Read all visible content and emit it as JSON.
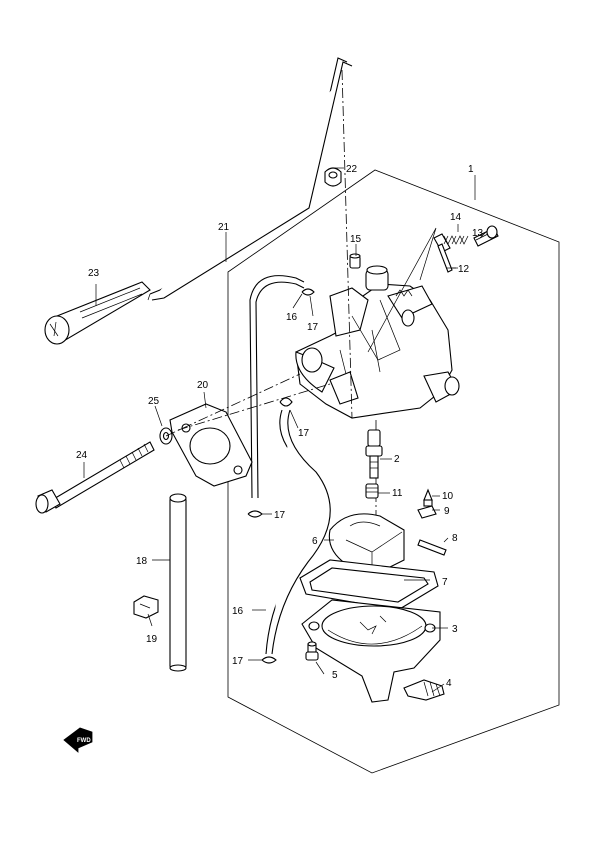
{
  "callouts": [
    {
      "id": "c1",
      "label": "1"
    },
    {
      "id": "c2",
      "label": "2"
    },
    {
      "id": "c3",
      "label": "3"
    },
    {
      "id": "c4",
      "label": "4"
    },
    {
      "id": "c5",
      "label": "5"
    },
    {
      "id": "c6",
      "label": "6"
    },
    {
      "id": "c7",
      "label": "7"
    },
    {
      "id": "c8",
      "label": "8"
    },
    {
      "id": "c9",
      "label": "9"
    },
    {
      "id": "c10",
      "label": "10"
    },
    {
      "id": "c11",
      "label": "11"
    },
    {
      "id": "c12",
      "label": "12"
    },
    {
      "id": "c13",
      "label": "13"
    },
    {
      "id": "c14",
      "label": "14"
    },
    {
      "id": "c15",
      "label": "15"
    },
    {
      "id": "c16a",
      "label": "16"
    },
    {
      "id": "c16b",
      "label": "16"
    },
    {
      "id": "c17a",
      "label": "17"
    },
    {
      "id": "c17b",
      "label": "17"
    },
    {
      "id": "c17c",
      "label": "17"
    },
    {
      "id": "c17d",
      "label": "17"
    },
    {
      "id": "c18",
      "label": "18"
    },
    {
      "id": "c19",
      "label": "19"
    },
    {
      "id": "c20",
      "label": "20"
    },
    {
      "id": "c21",
      "label": "21"
    },
    {
      "id": "c22",
      "label": "22"
    },
    {
      "id": "c23",
      "label": "23"
    },
    {
      "id": "c24",
      "label": "24"
    },
    {
      "id": "c25",
      "label": "25"
    }
  ],
  "forward_badge": "FWD",
  "icons": {
    "forward_arrow": "forward-direction-arrow-icon"
  }
}
